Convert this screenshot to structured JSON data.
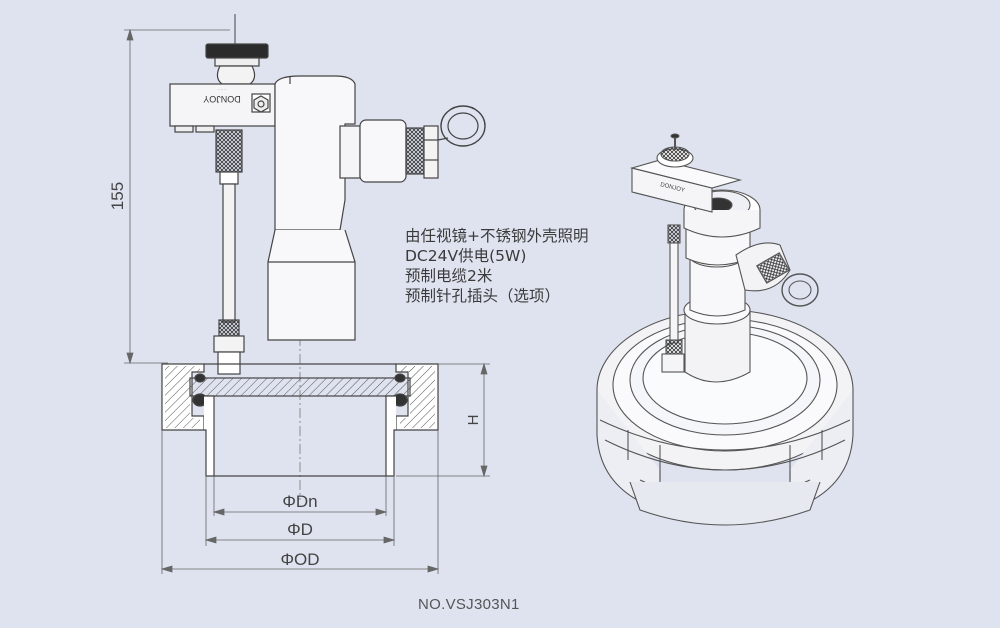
{
  "description_lines": [
    "由任视镜+不锈钢外壳照明",
    "DC24V供电(5W)",
    "预制电缆2米",
    "预制针孔插头（选项）"
  ],
  "dimensions": {
    "height_155": "155",
    "h_label": "H",
    "dn_label": "ΦDn",
    "d_label": "ΦD",
    "od_label": "ΦOD"
  },
  "model_number": "NO.VSJ303N1",
  "brand_mark": "DONJOY",
  "colors": {
    "background": "#dfe3f0",
    "line": "#444444",
    "dim_line": "#666666"
  }
}
